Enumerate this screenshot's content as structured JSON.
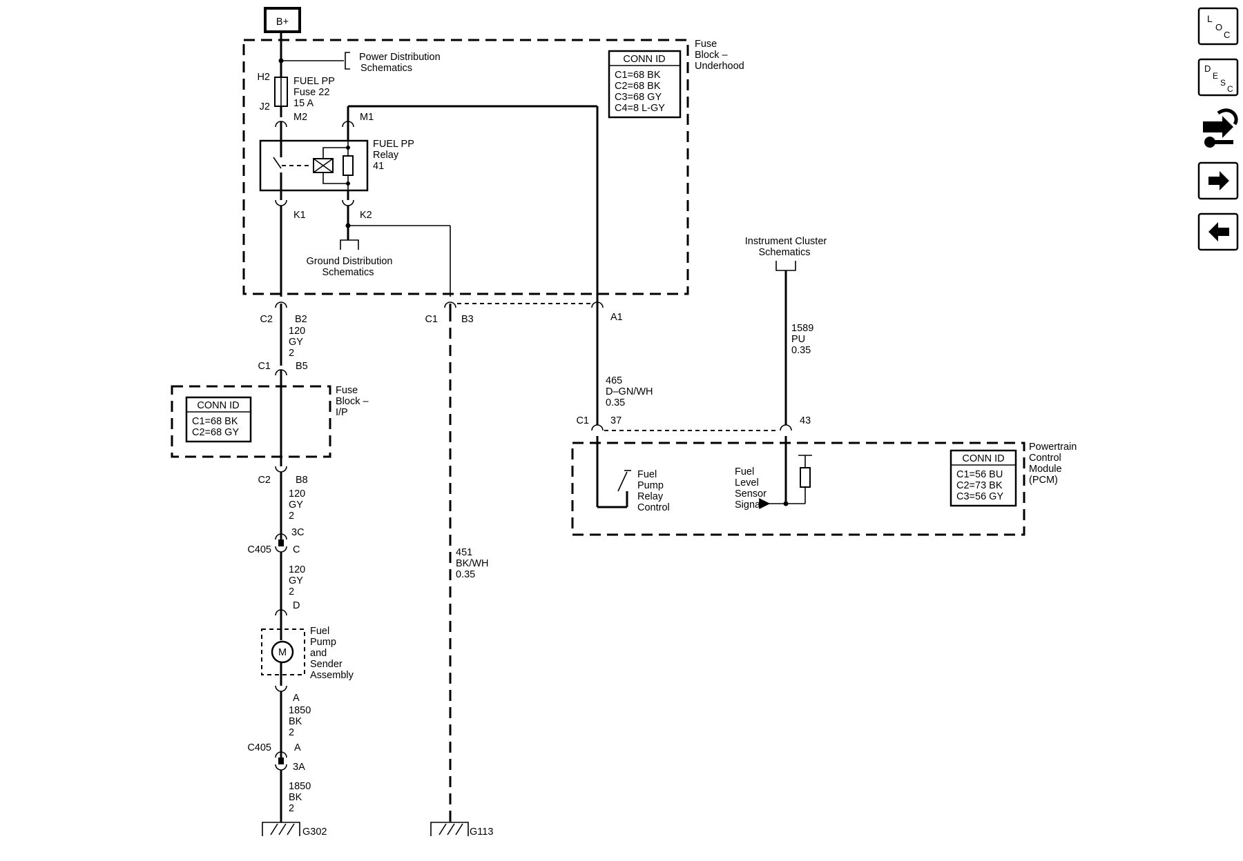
{
  "power": {
    "label": "B+"
  },
  "fuse_block_underhood": {
    "title": [
      "Fuse",
      "Block –",
      "Underhood"
    ],
    "conn": {
      "header": "CONN ID",
      "rows": [
        "C1=68 BK",
        "C2=68 BK",
        "C3=68 GY",
        "C4=8 L-GY"
      ]
    },
    "power_dist_ref": [
      "Power Distribution",
      "Schematics"
    ],
    "ground_dist_ref": [
      "Ground Distribution",
      "Schematics"
    ],
    "fuse": {
      "top_pin": "H2",
      "bottom_pin": "J2",
      "label": [
        "FUEL PP",
        "Fuse 22",
        "15 A"
      ]
    },
    "relay": {
      "label": [
        "FUEL PP",
        "Relay",
        "41"
      ],
      "pins": {
        "m2": "M2",
        "m1": "M1",
        "k1": "K1",
        "k2": "K2"
      }
    }
  },
  "fuse_block_ip": {
    "title": [
      "Fuse",
      "Block –",
      "I/P"
    ],
    "conn": {
      "header": "CONN ID",
      "rows": [
        "C1=68 BK",
        "C2=68 GY"
      ]
    }
  },
  "pcm": {
    "title": [
      "Powertrain",
      "Control",
      "Module",
      "(PCM)"
    ],
    "conn": {
      "header": "CONN ID",
      "rows": [
        "C1=56 BU",
        "C2=73 BK",
        "C3=56 GY"
      ]
    },
    "relay_control": [
      "Fuel",
      "Pump",
      "Relay",
      "Control"
    ],
    "sensor_signal": [
      "Fuel",
      "Level",
      "Sensor",
      "Signal"
    ]
  },
  "instrument_cluster_ref": [
    "Instrument Cluster",
    "Schematics"
  ],
  "connectors": {
    "c2_a": "C2",
    "b2": "B2",
    "c1_a": "C1",
    "b5": "B5",
    "c2_b": "C2",
    "b8": "B8",
    "c405_a": "C405",
    "three_c": "3C",
    "c_pin": "C",
    "d_pin": "D",
    "a_pin_top": "A",
    "c405_b": "C405",
    "a_pin": "A",
    "three_a": "3A",
    "c1_b3": "C1",
    "b3": "B3",
    "a1": "A1",
    "c1_37": "C1",
    "pin37": "37",
    "pin43": "43"
  },
  "wires": {
    "w120_a": [
      "120",
      "GY",
      "2"
    ],
    "w120_b": [
      "120",
      "GY",
      "2"
    ],
    "w120_c": [
      "120",
      "GY",
      "2"
    ],
    "w1850_a": [
      "1850",
      "BK",
      "2"
    ],
    "w1850_b": [
      "1850",
      "BK",
      "2"
    ],
    "w451": [
      "451",
      "BK/WH",
      "0.35"
    ],
    "w465": [
      "465",
      "D–GN/WH",
      "0.35"
    ],
    "w1589": [
      "1589",
      "PU",
      "0.35"
    ]
  },
  "fuel_pump": {
    "motor_label": "M",
    "label": [
      "Fuel",
      "Pump",
      "and",
      "Sender",
      "Assembly"
    ]
  },
  "grounds": {
    "g302": "G302",
    "g113": "G113"
  },
  "nav": {
    "loc": {
      "big": "L",
      "mid": "O",
      "small": "C"
    },
    "desc": {
      "big": "D",
      "mid": "E",
      "small": "S",
      "tiny": "C"
    }
  }
}
